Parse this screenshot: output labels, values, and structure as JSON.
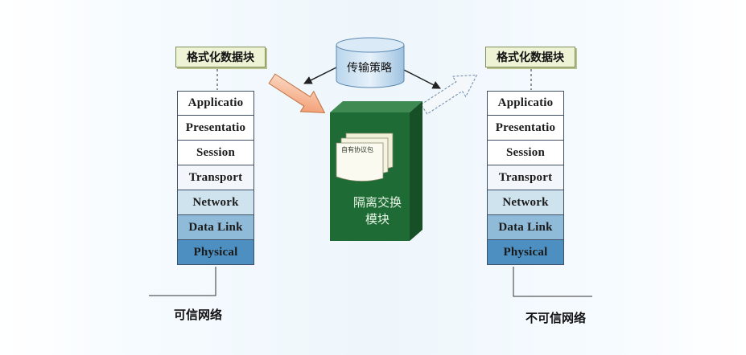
{
  "format_block_label": "格式化数据块",
  "layers": [
    "Applicatio",
    "Presentatio",
    "Session",
    "Transport",
    "Network",
    "Data Link",
    "Physical"
  ],
  "policy_label": "传输策略",
  "module": {
    "doc_label": "自有协议包",
    "line1": "隔离交换",
    "line2": "模块"
  },
  "networks": {
    "trusted": "可信网络",
    "untrusted": "不可信网络"
  },
  "colors": {
    "module_green": "#1f6b35",
    "format_fill": "#eef3d6",
    "arrow_orange": "#f3a67a",
    "layer_dark": "#4d8fc0"
  }
}
